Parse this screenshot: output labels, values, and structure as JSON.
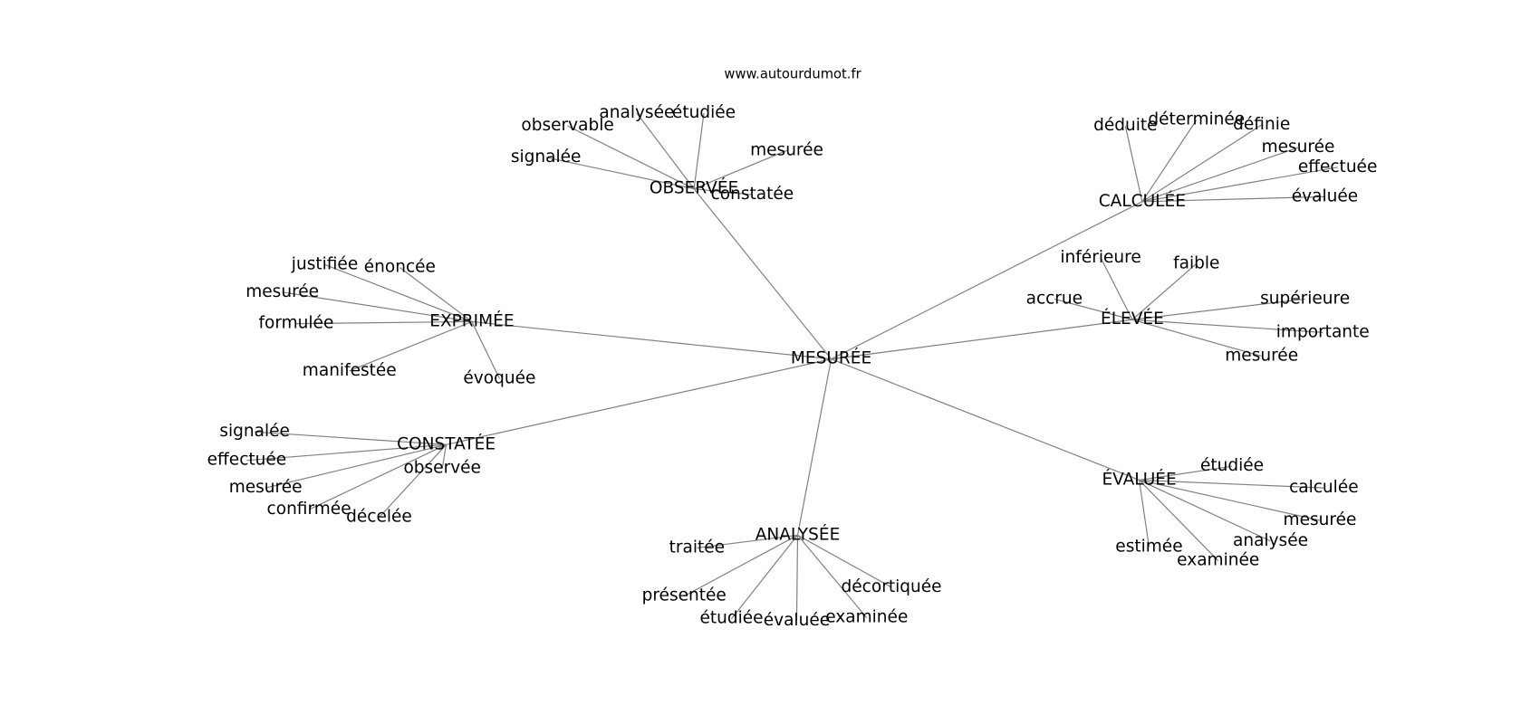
{
  "title": "www.autourdumot.fr",
  "center": "MESURÉE",
  "colors": {
    "edge": "#808080",
    "text": "#000000",
    "background": "#ffffff"
  },
  "groups": [
    {
      "hub": "OBSERVÉE",
      "leaves": [
        "analysée",
        "étudiée",
        "observable",
        "signalée",
        "mesurée",
        "constatée"
      ]
    },
    {
      "hub": "CALCULÉE",
      "leaves": [
        "déduite",
        "déterminée",
        "définie",
        "mesurée",
        "effectuée",
        "évaluée"
      ]
    },
    {
      "hub": "ÉLEVÉE",
      "leaves": [
        "inférieure",
        "faible",
        "accrue",
        "supérieure",
        "importante",
        "mesurée"
      ]
    },
    {
      "hub": "ÉVALUÉE",
      "leaves": [
        "étudiée",
        "calculée",
        "mesurée",
        "analysée",
        "examinée",
        "estimée"
      ]
    },
    {
      "hub": "ANALYSÉE",
      "leaves": [
        "traitée",
        "présentée",
        "étudiée",
        "évaluée",
        "examinée",
        "décortiquée"
      ]
    },
    {
      "hub": "CONSTATÉE",
      "leaves": [
        "signalée",
        "effectuée",
        "mesurée",
        "confirmée",
        "décelée",
        "observée"
      ]
    },
    {
      "hub": "EXPRIMÉE",
      "leaves": [
        "justifiée",
        "énoncée",
        "mesurée",
        "formulée",
        "manifestée",
        "évoquée"
      ]
    }
  ]
}
